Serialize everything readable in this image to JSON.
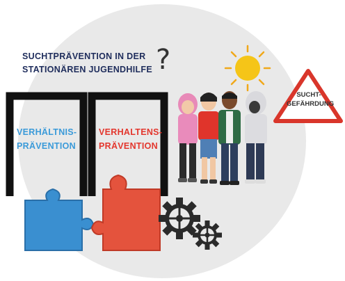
{
  "title": {
    "line1": "SUCHTPRÄVENTION IN DER",
    "line2": "STATIONÄREN JUGENDHILFE"
  },
  "question_mark": "?",
  "frames": {
    "left": {
      "line1": "VERHÄLTNIS-",
      "line2": "PRÄVENTION"
    },
    "right": {
      "line1": "VERHALTENS-",
      "line2": "PRÄVENTION"
    }
  },
  "warning_sign": {
    "line1": "SUCHT-",
    "line2": "GEFÄHRDUNG"
  },
  "colors": {
    "title": "#1f2d5c",
    "left_label": "#3a9ad9",
    "right_label": "#e3362d",
    "blue_puzzle": "#3a8fd0",
    "red_puzzle": "#e4533d",
    "warning_border": "#d9362b",
    "sun": "#f5c518"
  },
  "icons": [
    "question-mark-icon",
    "sun-icon",
    "warning-sign-icon",
    "puzzle-piece-icon",
    "gear-icon"
  ]
}
